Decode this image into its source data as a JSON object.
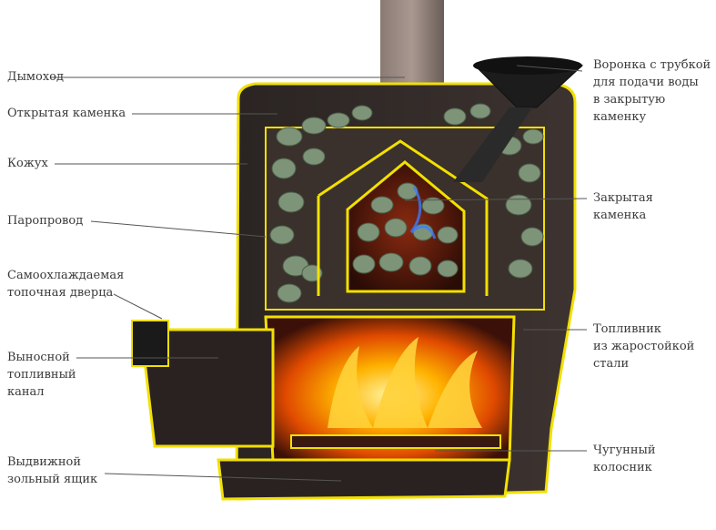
{
  "colors": {
    "outline": "#f2e000",
    "body_dark": "#2b2522",
    "fire": "#ff8a00",
    "stones": "#7d9478",
    "chimney": "#6e6e6e",
    "water": "#3b7cff"
  },
  "labels": {
    "chimney": [
      "Дымоход"
    ],
    "open_heater": [
      "Открытая каменка"
    ],
    "casing": [
      "Кожух"
    ],
    "steam_duct": [
      "Паропровод"
    ],
    "door": [
      "Самоохлаждаемая",
      "топочная дверца"
    ],
    "fuel_channel": [
      "Выносной",
      "топливный",
      "канал"
    ],
    "ash_box": [
      "Выдвижной",
      "зольный ящик"
    ],
    "funnel": [
      "Воронка с трубкой",
      "для подачи воды",
      "в закрытую",
      "каменку"
    ],
    "closed_heater": [
      "Закрытая",
      "каменка"
    ],
    "firebox": [
      "Топливник",
      "из жаростойкой",
      "стали"
    ],
    "grate": [
      "Чугунный",
      "колосник"
    ]
  }
}
